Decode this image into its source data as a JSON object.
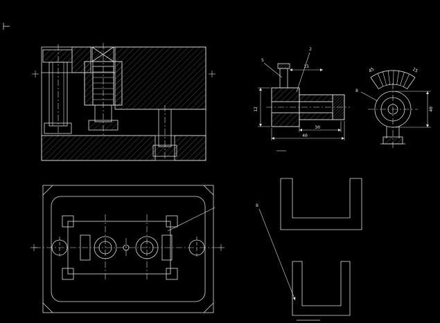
{
  "theme": {
    "background": "#000000",
    "stroke": "#e0e0e0",
    "hatch": "#909090"
  },
  "annotations": [
    {
      "id": "leader-label-1",
      "text": "5"
    },
    {
      "id": "leader-label-2",
      "text": "2"
    },
    {
      "id": "top-dim",
      "text": "15"
    },
    {
      "id": "left-dim",
      "text": "12"
    },
    {
      "id": "inner-bottom-dim",
      "text": "30"
    },
    {
      "id": "outer-bottom-dim",
      "text": "40"
    },
    {
      "id": "fan-label-left",
      "text": "45"
    },
    {
      "id": "fan-label-right",
      "text": "15"
    },
    {
      "id": "endview-leader-label",
      "text": "8"
    },
    {
      "id": "endview-right-dim",
      "text": "40"
    },
    {
      "id": "bracket-leader-label",
      "text": "8"
    }
  ]
}
